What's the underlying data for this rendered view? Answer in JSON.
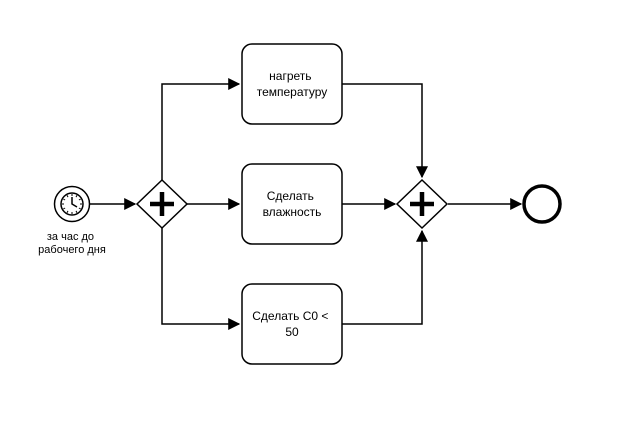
{
  "diagram": {
    "start_event": {
      "type": "timer-start-event",
      "label_lines": [
        "за час до",
        "рабочего дня"
      ]
    },
    "split_gateway": {
      "type": "parallel-gateway"
    },
    "join_gateway": {
      "type": "parallel-gateway"
    },
    "tasks": [
      {
        "id": "task-heat",
        "lines": [
          "нагреть",
          "температуру"
        ]
      },
      {
        "id": "task-humidity",
        "lines": [
          "Сделать",
          "влажность"
        ]
      },
      {
        "id": "task-co",
        "lines": [
          "Сделать С0 <",
          "50"
        ]
      }
    ],
    "end_event": {
      "type": "end-event"
    }
  }
}
